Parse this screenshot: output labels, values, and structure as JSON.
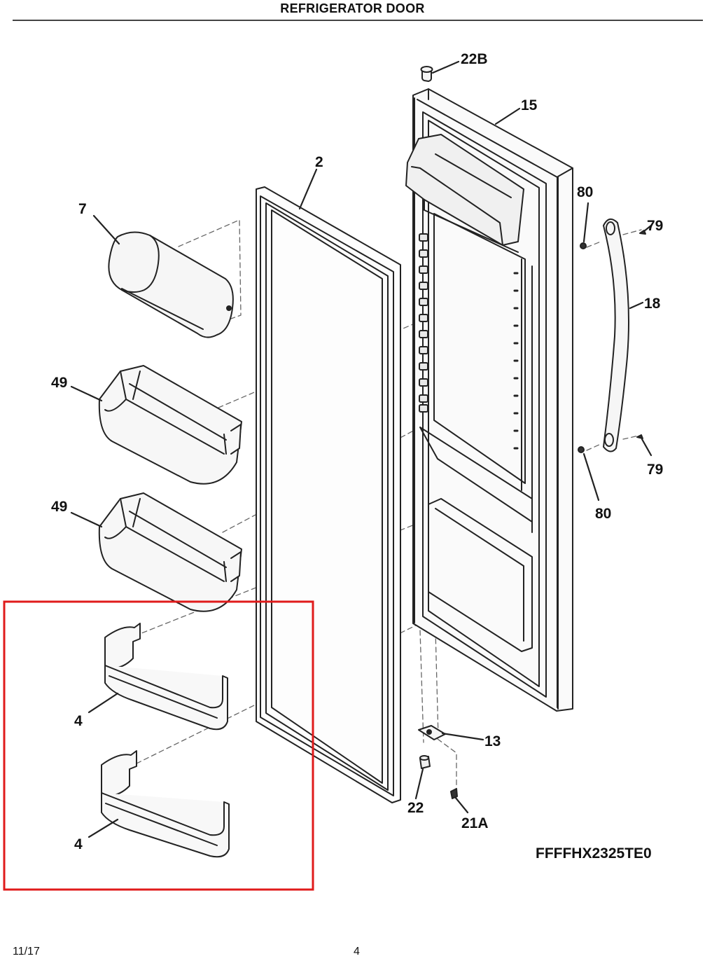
{
  "header": {
    "title": "REFRIGERATOR DOOR"
  },
  "callouts": {
    "door_cap": "22B",
    "door_panel": "15",
    "gasket": "2",
    "dairy_bin": "7",
    "bin_upper": "49",
    "bin_middle": "49",
    "shelf_upper": "4",
    "shelf_lower": "4",
    "screw_top_left": "80",
    "screw_top_right": "79",
    "handle": "18",
    "screw_bottom_right": "79",
    "screw_bottom_left": "80",
    "hinge": "13",
    "bushing": "22",
    "hinge_screw": "21A"
  },
  "model_number": "FFFFHX2325TE0",
  "footer": {
    "date": "11/17",
    "page": "4"
  },
  "highlight": {
    "color": "#e01b1b"
  },
  "colors": {
    "line": "#222222",
    "fill": "#f7f7f7",
    "dashed": "#666666"
  }
}
